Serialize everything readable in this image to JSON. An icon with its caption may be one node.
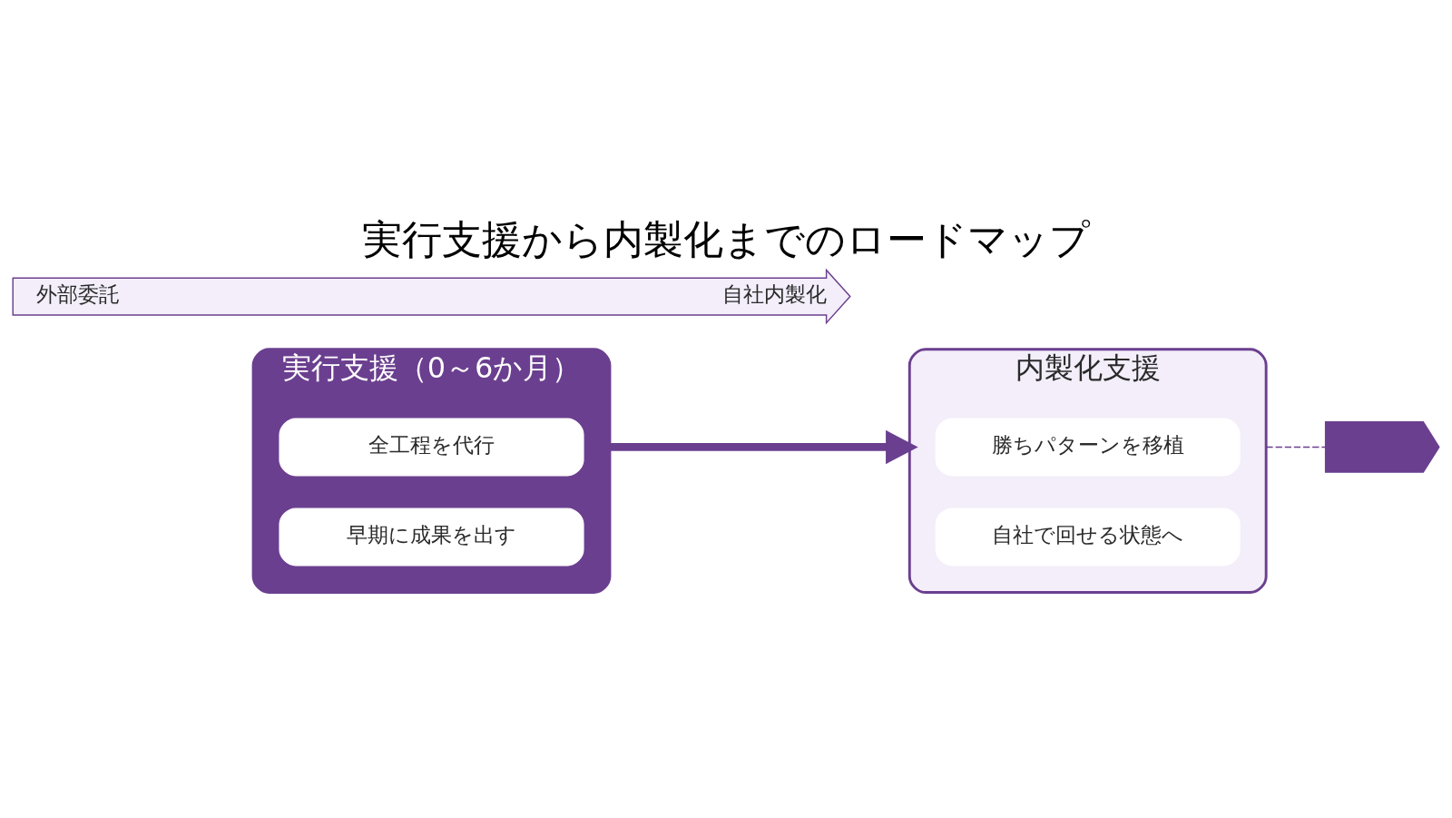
{
  "diagram": {
    "title": "実行支援から内製化までのロードマップ",
    "nodes": [
      {
        "text": [
          "実行支援（0～6か月）"
        ]
      },
      {
        "text": [
          "全工程を代行"
        ],
        "in": 0
      },
      {
        "text": [
          "早期に成果を出す"
        ],
        "in": 0
      },
      {
        "text": [
          "内製化支援"
        ]
      },
      {
        "text": [
          "勝ちパターンを移植"
        ],
        "in": 3
      },
      {
        "text": [
          "自社で回せる状態へ"
        ],
        "in": 3
      },
      {
        "text": [],
        "shape": "flag"
      },
      {
        "text": [
          "外部委託",
          "自社内製化"
        ]
      }
    ],
    "edges": [
      {
        "from": 0,
        "to": 3,
        "arrow": "to",
        "style": "thick"
      },
      {
        "from": 3,
        "to": 6,
        "arrow": "none",
        "style": "dashed"
      }
    ]
  }
}
